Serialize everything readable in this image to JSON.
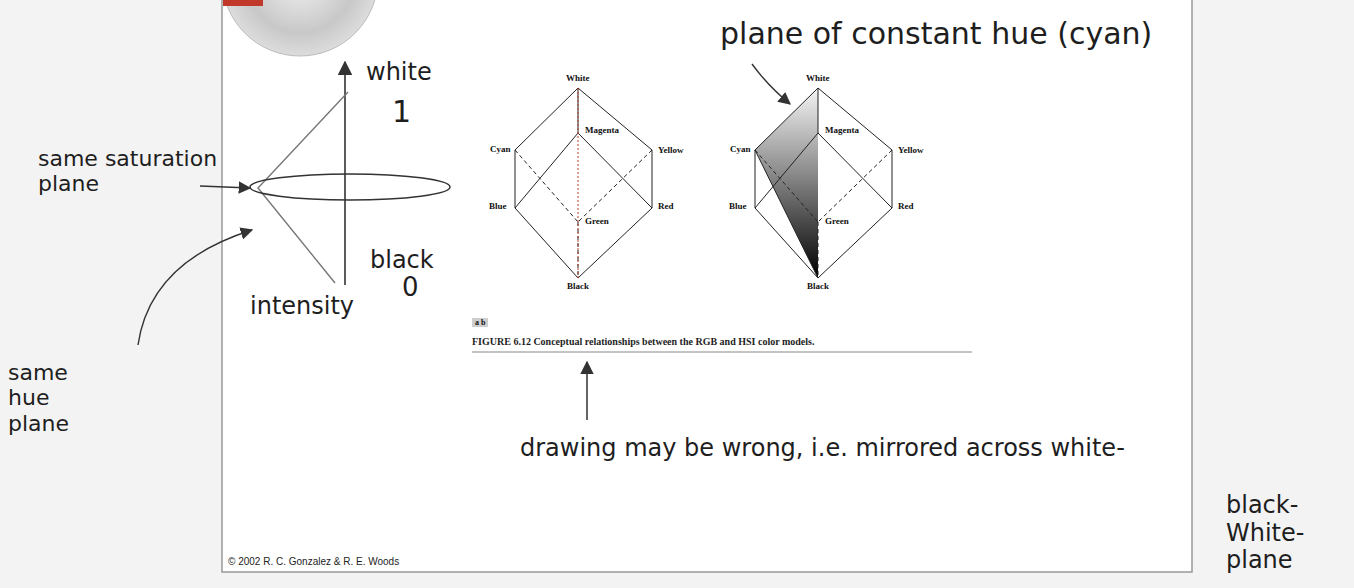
{
  "diagram": {
    "caption": "FIGURE 6.12 Conceptual relationships between the RGB and HSI color models.",
    "labels": [
      "plane of constant hue (cyan)",
      "white",
      "1",
      "same saturation plane",
      "black",
      "0",
      "intensity",
      "same hue plane",
      "White",
      "Magenta",
      "Cyan",
      "Yellow",
      "Blue",
      "Red",
      "Green",
      "Black",
      "White",
      "Magenta",
      "Cyan",
      "Yellow",
      "Blue",
      "Red",
      "Green",
      "Black",
      "a b",
      "drawing may be wrong, i.e. mirrored across white-",
      "black- White- plane",
      "© 2002 R. C. Gonzalez & R. E. Woods"
    ]
  }
}
